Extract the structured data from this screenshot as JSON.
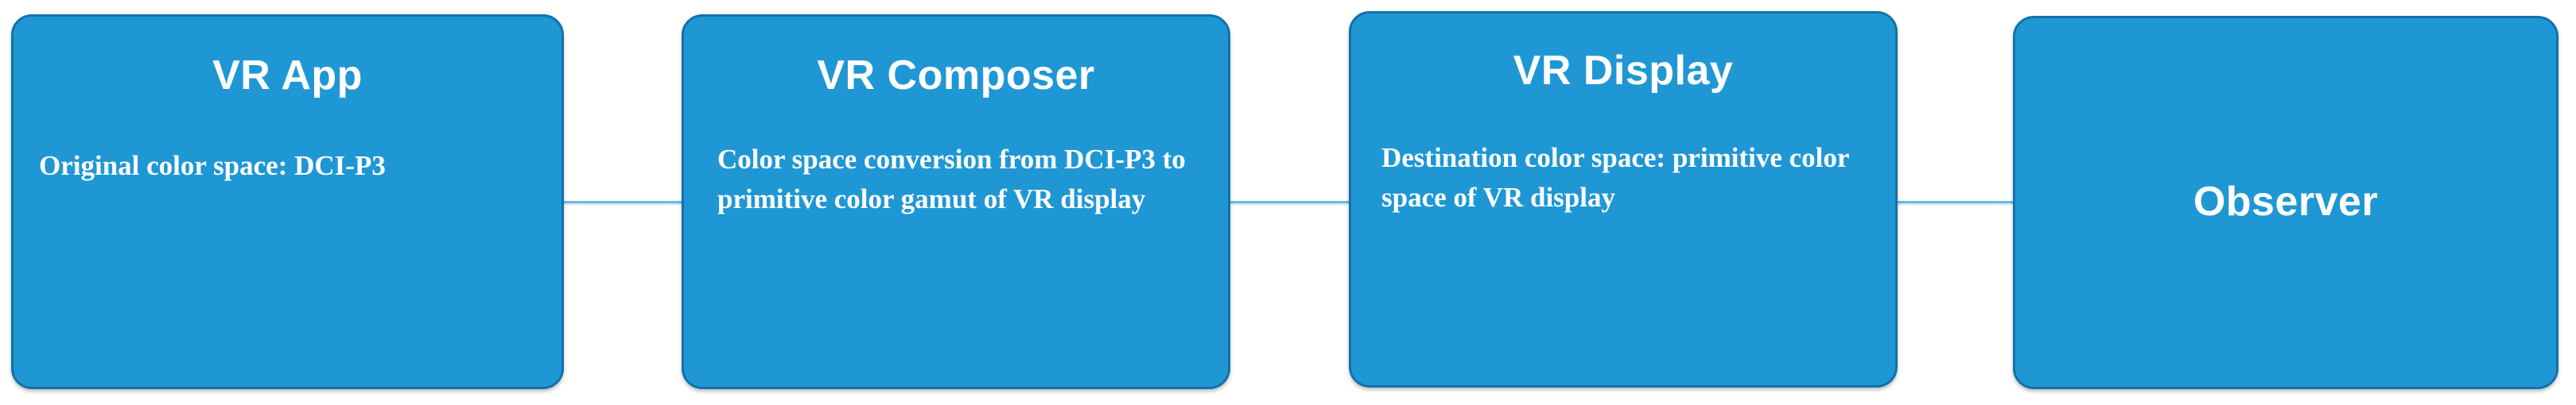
{
  "diagram": {
    "type": "flow",
    "orientation": "horizontal",
    "colors": {
      "node_fill": "#1f97d4",
      "node_border": "#1272a9",
      "node_text": "#ffffff",
      "connector": "#6cb9e4",
      "background": "#ffffff"
    },
    "nodes": [
      {
        "id": "vr-app",
        "title": "VR App",
        "body": "Original  color space: DCI-P3"
      },
      {
        "id": "vr-composer",
        "title": "VR Composer",
        "body": "Color  space conversion from  DCI-P3 to primitive color gamut of VR display"
      },
      {
        "id": "vr-display",
        "title": "VR Display",
        "body": "Destination color  space: primitive  color  space of VR display"
      },
      {
        "id": "observer",
        "title": "Observer",
        "body": ""
      }
    ],
    "connectors": [
      {
        "id": "app-to-composer",
        "from": "vr-app",
        "to": "vr-composer"
      },
      {
        "id": "composer-to-display",
        "from": "vr-composer",
        "to": "vr-display"
      },
      {
        "id": "display-to-observer",
        "from": "vr-display",
        "to": "observer"
      }
    ]
  }
}
